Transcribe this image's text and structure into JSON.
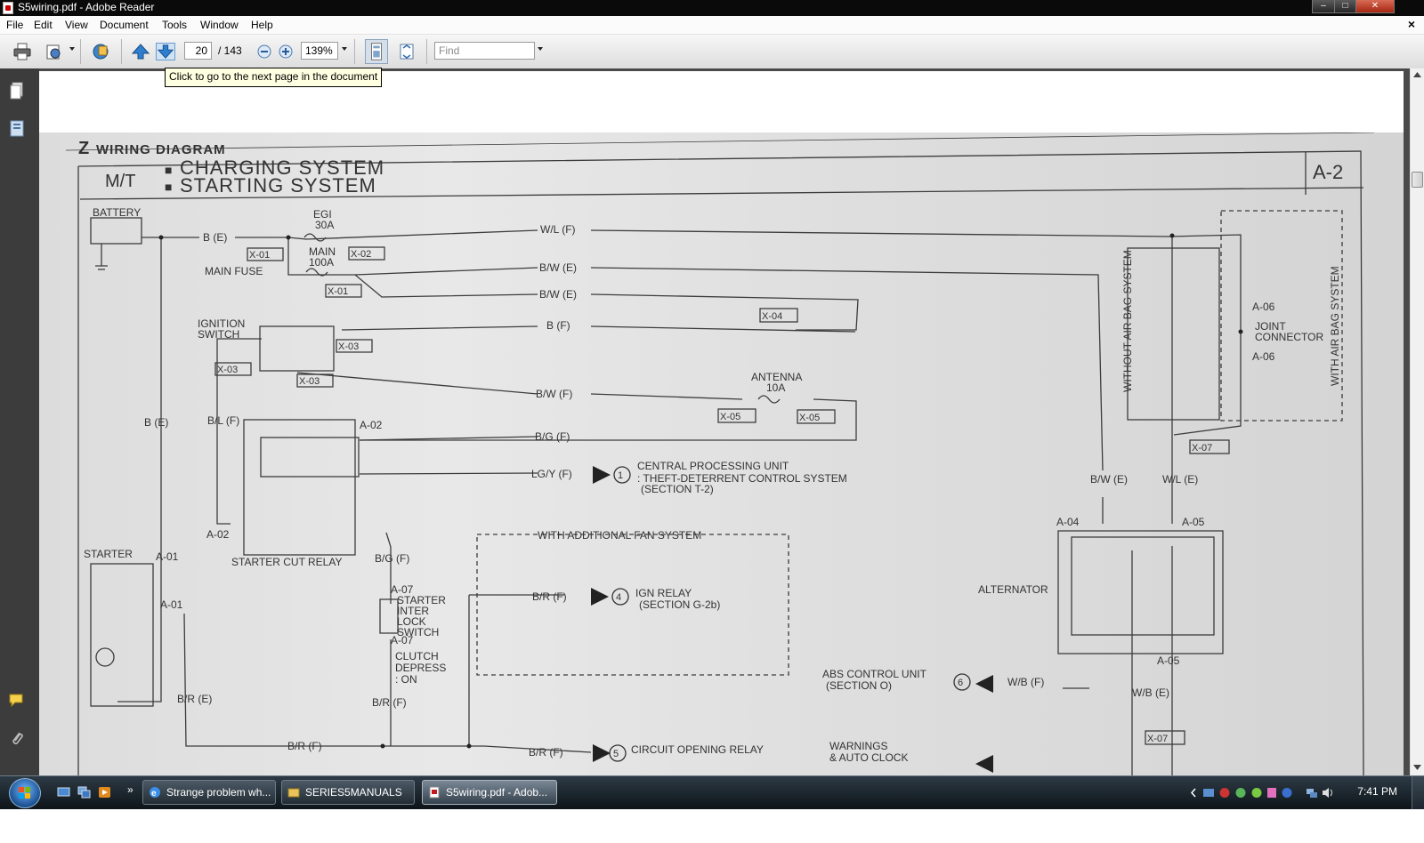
{
  "window": {
    "title": "S5wiring.pdf - Adobe Reader",
    "min": "–",
    "max": "□",
    "close": "✕"
  },
  "menubar": {
    "items": [
      "File",
      "Edit",
      "View",
      "Document",
      "Tools",
      "Window",
      "Help"
    ],
    "close": "×"
  },
  "toolbar": {
    "page_current": "20",
    "page_total": "/ 143",
    "zoom": "139%",
    "find_placeholder": "Find"
  },
  "tooltip": "Click to go to the next page in the document",
  "diagram": {
    "header_left": "Z",
    "header_title": "WIRING DIAGRAM",
    "mt": "M/T",
    "system1": "CHARGING SYSTEM",
    "system2": "STARTING SYSTEM",
    "page_code": "A-2",
    "labels": {
      "battery": "BATTERY",
      "egi": "EGI",
      "egi_amp": "30A",
      "main": "MAIN",
      "main_amp": "100A",
      "main_fuse": "MAIN FUSE",
      "be": "B (E)",
      "wl": "W/L (F)",
      "bw1": "B/W (E)",
      "bw2": "B/W (E)",
      "bf": "B (F)",
      "bwf": "B/W (F)",
      "bgf": "B/G (F)",
      "lgy": "LG/Y (F)",
      "br1": "B/R (F)",
      "br2": "B/R (F)",
      "br3": "B/R (F)",
      "wb": "W/B (F)",
      "x01a": "X-01",
      "x01b": "X-01",
      "x02": "X-02",
      "x03a": "X-03",
      "x03b": "X-03",
      "x03c": "X-03",
      "x04": "X-04",
      "x05a": "X-05",
      "x05b": "X-05",
      "x07a": "X-07",
      "x07b": "X-07",
      "ignition": "IGNITION",
      "switch": "SWITCH",
      "antenna": "ANTENNA",
      "antenna_amp": "10A",
      "a02a": "A-02",
      "a02b": "A-02",
      "a01a": "A-01",
      "a01b": "A-01",
      "a04": "A-04",
      "a05a": "A-05",
      "a05b": "A-05",
      "a06a": "A-06",
      "a06b": "A-06",
      "a07a": "A-07",
      "a07b": "A-07",
      "starter": "STARTER",
      "starter_cut_relay": "STARTER CUT RELAY",
      "cpu1": "CENTRAL PROCESSING UNIT",
      "cpu2": ": THEFT-DETERRENT CONTROL SYSTEM",
      "cpu3": "(SECTION T-2)",
      "fan": "WITH ADDITIONAL FAN SYSTEM",
      "ign1": "IGN RELAY",
      "ign2": "(SECTION G-2b)",
      "inter1": "STARTER",
      "inter2": "INTER",
      "inter3": "LOCK",
      "inter4": "SWITCH",
      "clutch1": "CLUTCH",
      "clutch2": "DEPRESS",
      "clutch3": ": ON",
      "alternator": "ALTERNATOR",
      "abs1": "ABS CONTROL UNIT",
      "abs2": "(SECTION O)",
      "circuit": "CIRCUIT OPENING RELAY",
      "warnings1": "WARNINGS",
      "warnings2": "& AUTO CLOCK",
      "joint1": "JOINT",
      "joint2": "CONNECTOR",
      "without_airbag": "WITHOUT AIR BAG SYSTEM",
      "with_airbag": "WITH AIR BAG SYSTEM",
      "bl_f": "B/L (F)",
      "b_e": "B (E)",
      "bg_f": "B/G (F)",
      "br_e": "B/R (E)",
      "br_f": "B/R (F)",
      "bw_e": "B/W (E)",
      "wl_e": "W/L (E)",
      "wb_e": "W/B (E)",
      "num1": "1",
      "num4": "4",
      "num5": "5",
      "num6": "6"
    }
  },
  "taskbar": {
    "tasks": [
      "Strange problem wh...",
      "SERIES5MANUALS",
      "S5wiring.pdf - Adob..."
    ],
    "clock": "7:41 PM",
    "more": "»"
  }
}
